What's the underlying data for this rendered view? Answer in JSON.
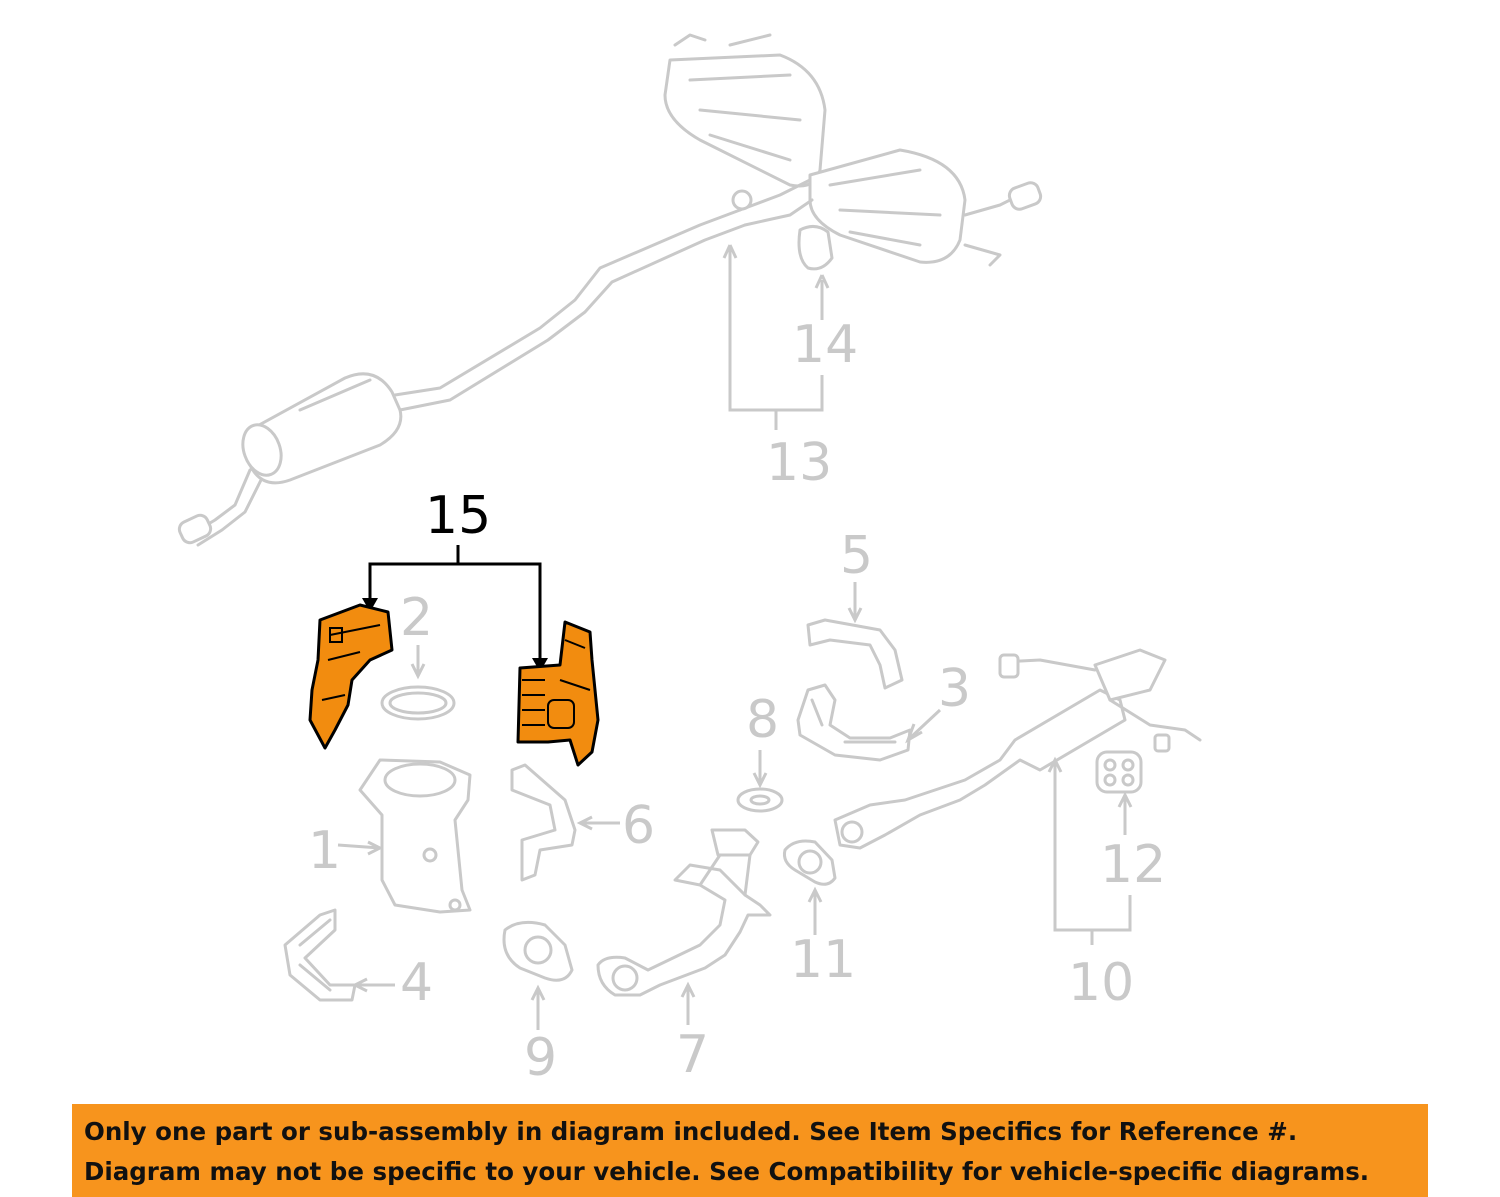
{
  "callouts": {
    "c1": "1",
    "c2": "2",
    "c3": "3",
    "c4": "4",
    "c5": "5",
    "c6": "6",
    "c7": "7",
    "c8": "8",
    "c9": "9",
    "c10": "10",
    "c11": "11",
    "c12": "12",
    "c13": "13",
    "c14": "14",
    "c15": "15"
  },
  "highlighted_part": "15",
  "colors": {
    "highlight": "#f28c0f",
    "line": "#c9c9c9",
    "notice_bg": "#f7941d"
  },
  "notice": {
    "line1": "Only one part or sub-assembly in diagram included. See Item Specifics for Reference #.",
    "line2": "Diagram may not be specific to your vehicle. See Compatibility for vehicle-specific diagrams."
  }
}
